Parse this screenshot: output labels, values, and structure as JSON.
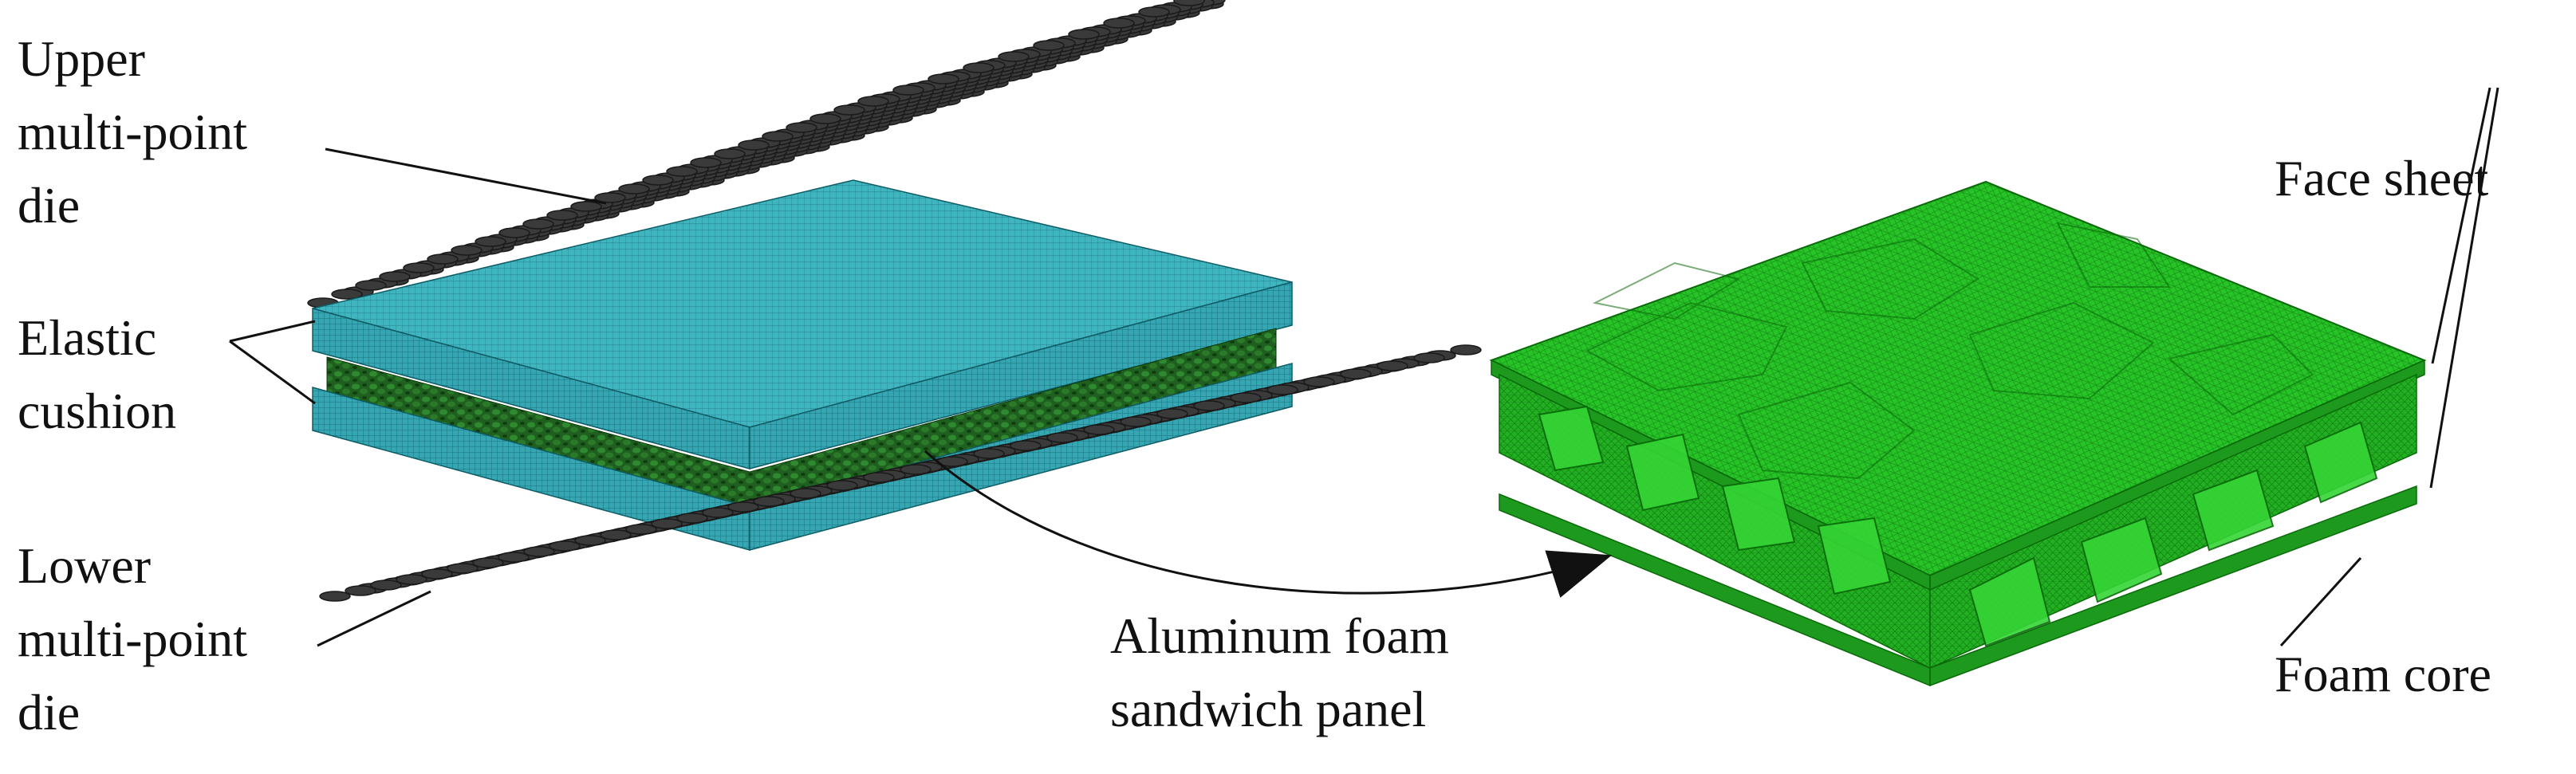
{
  "labels": {
    "upper_die": [
      "Upper",
      "multi-point",
      "die"
    ],
    "elastic_cushion": [
      "Elastic",
      "cushion"
    ],
    "lower_die": [
      "Lower",
      "multi-point",
      "die"
    ],
    "sandwich_panel": [
      "Aluminum foam",
      "sandwich panel"
    ],
    "face_sheet": "Face sheet",
    "foam_core": "Foam core"
  },
  "colors": {
    "die_pins": "#3a3a3a",
    "die_pin_edge": "#1a1a1a",
    "cushion_top": "#3fb5c0",
    "cushion_side": "#37a6b3",
    "cushion_mesh": "#0e5c66",
    "foam_core_small": "#1f5f1f",
    "panel_top": "#27c427",
    "panel_side": "#22b022",
    "panel_mesh": "#0a6a0a",
    "panel_cell": "#35d535",
    "leader_line": "#111111"
  },
  "icons": {
    "arrow": "arrow-icon"
  }
}
